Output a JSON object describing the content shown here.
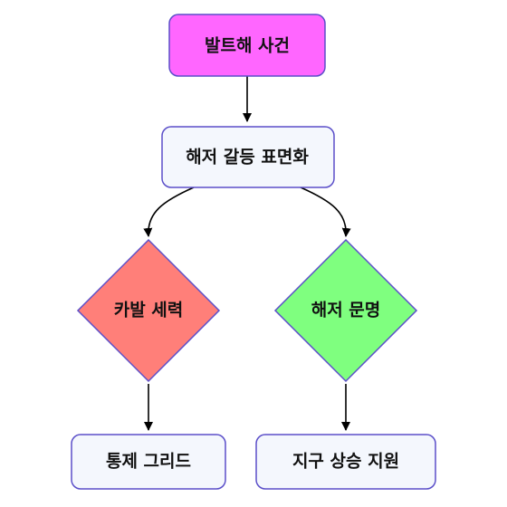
{
  "nodes": {
    "event": {
      "label": "발트해 사건",
      "fill": "#ff66ff"
    },
    "conflict": {
      "label": "해저 갈등 표면화",
      "fill": "#f4f7fd"
    },
    "caval": {
      "label": "카발 세력",
      "fill": "#ff7f79"
    },
    "civ": {
      "label": "해저 문명",
      "fill": "#7fff7f"
    },
    "grid": {
      "label": "통제 그리드",
      "fill": "#f4f7fd"
    },
    "support": {
      "label": "지구 상승 지원",
      "fill": "#f4f7fd"
    }
  },
  "colors": {
    "stroke": "#5b4fc9",
    "edge": "#000000"
  }
}
